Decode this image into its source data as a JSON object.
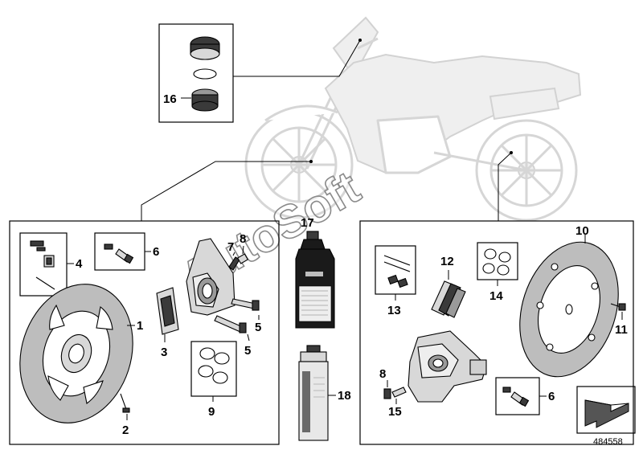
{
  "diagram": {
    "watermark": "AutoSoft",
    "document_number": "484558",
    "callouts": {
      "c1": "1",
      "c2": "2",
      "c3": "3",
      "c4": "4",
      "c5a": "5",
      "c5b": "5",
      "c6a": "6",
      "c6b": "6",
      "c7": "7",
      "c8a": "8",
      "c8b": "8",
      "c9": "9",
      "c10": "10",
      "c11": "11",
      "c12": "12",
      "c13": "13",
      "c14": "14",
      "c15": "15",
      "c16": "16",
      "c17": "17",
      "c18": "18"
    }
  }
}
